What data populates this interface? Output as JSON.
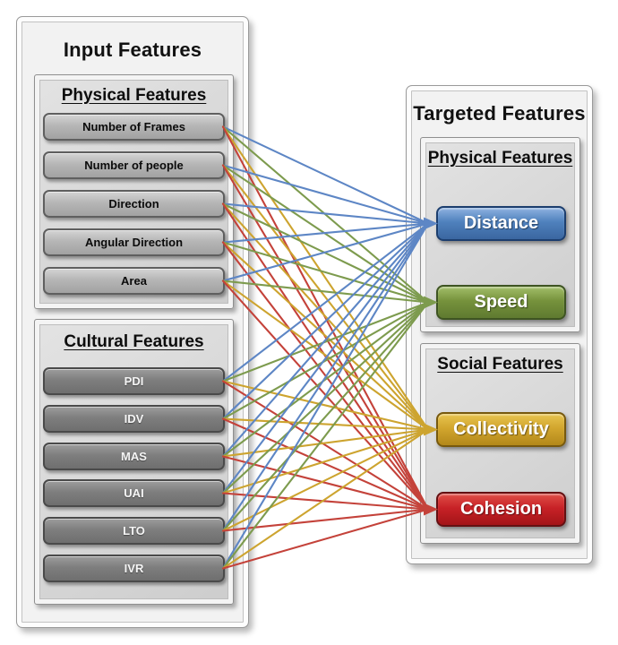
{
  "diagram": {
    "left_panel": {
      "title": "Input Features",
      "groups": [
        {
          "title": "Physical Features",
          "items": [
            "Number of Frames",
            "Number of people",
            "Direction",
            "Angular Direction",
            "Area"
          ]
        },
        {
          "title": "Cultural Features",
          "items": [
            "PDI",
            "IDV",
            "MAS",
            "UAI",
            "LTO",
            "IVR"
          ]
        }
      ]
    },
    "right_panel": {
      "title": "Targeted Features",
      "groups": [
        {
          "title": "Physical Features",
          "targets": [
            {
              "label": "Distance",
              "fill": "#4f81bd",
              "fill_top": "#8fb2e0",
              "fill_bottom": "#3a66a0",
              "border": "#1c3e6e",
              "line_color": "#5d86c5"
            },
            {
              "label": "Speed",
              "fill": "#76923c",
              "fill_top": "#a3bf6a",
              "fill_bottom": "#5f7a30",
              "border": "#3e5422",
              "line_color": "#7d9b4e"
            }
          ]
        },
        {
          "title": "Social Features",
          "targets": [
            {
              "label": "Collectivity",
              "fill": "#d2a62e",
              "fill_top": "#e8c44f",
              "fill_bottom": "#b3881a",
              "border": "#77590e",
              "line_color": "#cda42f"
            },
            {
              "label": "Cohesion",
              "fill": "#c82227",
              "fill_top": "#e05048",
              "fill_bottom": "#a31418",
              "border": "#641012",
              "line_color": "#c4423a"
            }
          ]
        }
      ]
    },
    "connections": [
      {
        "from": "Number of Frames",
        "to": "Distance"
      },
      {
        "from": "Number of Frames",
        "to": "Speed"
      },
      {
        "from": "Number of Frames",
        "to": "Collectivity"
      },
      {
        "from": "Number of Frames",
        "to": "Cohesion"
      },
      {
        "from": "Number of people",
        "to": "Distance"
      },
      {
        "from": "Number of people",
        "to": "Speed"
      },
      {
        "from": "Number of people",
        "to": "Collectivity"
      },
      {
        "from": "Number of people",
        "to": "Cohesion"
      },
      {
        "from": "Direction",
        "to": "Distance"
      },
      {
        "from": "Direction",
        "to": "Speed"
      },
      {
        "from": "Direction",
        "to": "Collectivity"
      },
      {
        "from": "Direction",
        "to": "Cohesion"
      },
      {
        "from": "Angular Direction",
        "to": "Distance"
      },
      {
        "from": "Angular Direction",
        "to": "Speed"
      },
      {
        "from": "Angular Direction",
        "to": "Collectivity"
      },
      {
        "from": "Angular Direction",
        "to": "Cohesion"
      },
      {
        "from": "Area",
        "to": "Distance"
      },
      {
        "from": "Area",
        "to": "Speed"
      },
      {
        "from": "Area",
        "to": "Collectivity"
      },
      {
        "from": "Area",
        "to": "Cohesion"
      },
      {
        "from": "PDI",
        "to": "Distance"
      },
      {
        "from": "PDI",
        "to": "Speed"
      },
      {
        "from": "PDI",
        "to": "Collectivity"
      },
      {
        "from": "PDI",
        "to": "Cohesion"
      },
      {
        "from": "IDV",
        "to": "Distance"
      },
      {
        "from": "IDV",
        "to": "Speed"
      },
      {
        "from": "IDV",
        "to": "Collectivity"
      },
      {
        "from": "IDV",
        "to": "Cohesion"
      },
      {
        "from": "MAS",
        "to": "Distance"
      },
      {
        "from": "MAS",
        "to": "Speed"
      },
      {
        "from": "MAS",
        "to": "Collectivity"
      },
      {
        "from": "MAS",
        "to": "Cohesion"
      },
      {
        "from": "UAI",
        "to": "Distance"
      },
      {
        "from": "UAI",
        "to": "Speed"
      },
      {
        "from": "UAI",
        "to": "Collectivity"
      },
      {
        "from": "UAI",
        "to": "Cohesion"
      },
      {
        "from": "LTO",
        "to": "Distance"
      },
      {
        "from": "LTO",
        "to": "Speed"
      },
      {
        "from": "LTO",
        "to": "Collectivity"
      },
      {
        "from": "LTO",
        "to": "Cohesion"
      },
      {
        "from": "IVR",
        "to": "Distance"
      },
      {
        "from": "IVR",
        "to": "Speed"
      },
      {
        "from": "IVR",
        "to": "Collectivity"
      },
      {
        "from": "IVR",
        "to": "Cohesion"
      }
    ]
  }
}
